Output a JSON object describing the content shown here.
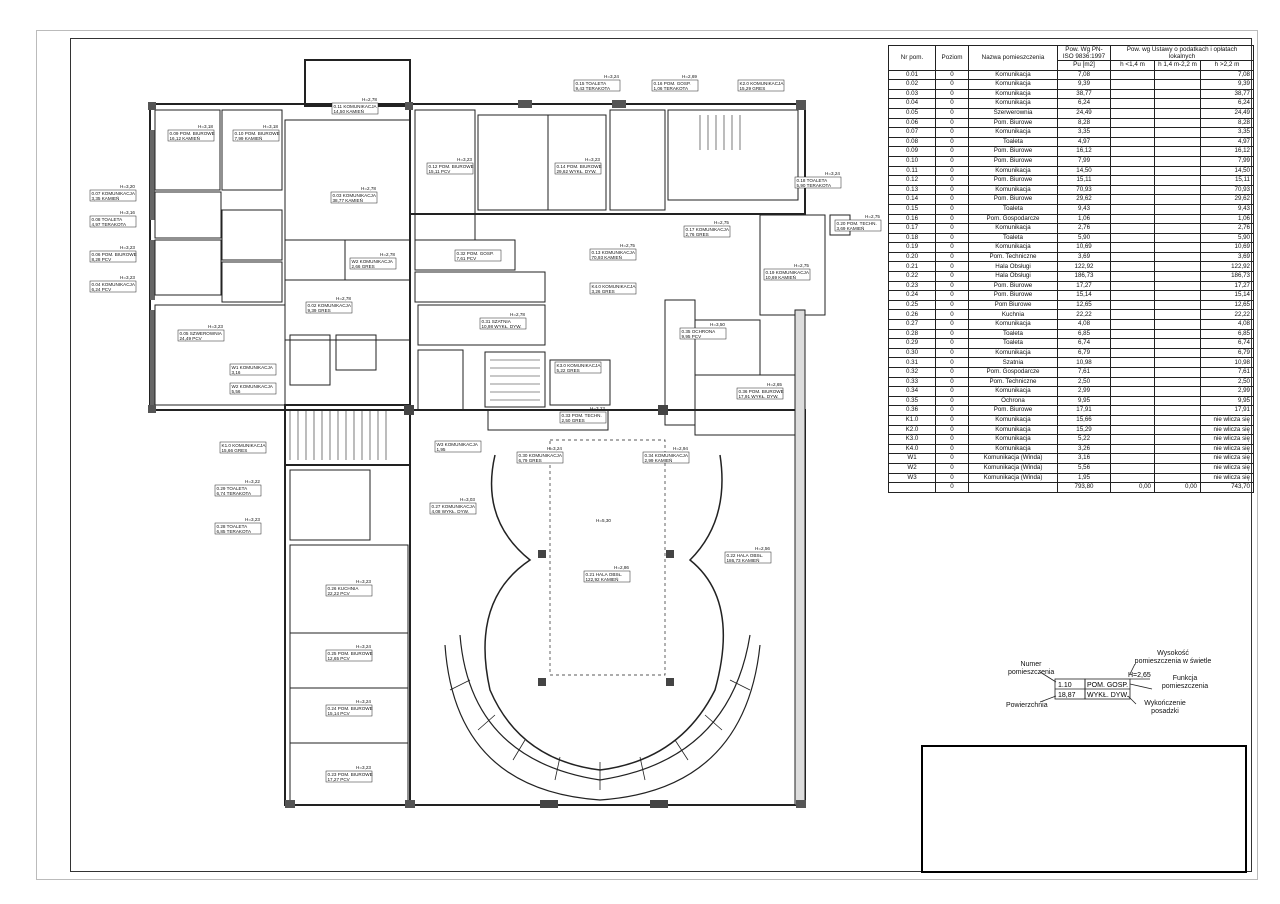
{
  "table": {
    "headers": {
      "nr": "Nr pom.",
      "poziom": "Poziom",
      "nazwa": "Nazwa pomieszczenia",
      "pow_pn": "Pow. Wg PN-ISO 9836:1997",
      "pow_ustawa": "Pow. wg Ustawy o podatkach i opłatach lokalnych",
      "pu": "Pu [m2]",
      "h1": "h <1,4 m",
      "h2": "h 1,4 m-2,2 m",
      "h3": "h >2,2 m"
    },
    "rows": [
      [
        "0.01",
        "0",
        "Komunikacja",
        "7,08",
        "",
        "",
        "7,08"
      ],
      [
        "0.02",
        "0",
        "Komunikacja",
        "9,39",
        "",
        "",
        "9,39"
      ],
      [
        "0.03",
        "0",
        "Komunikacja",
        "38,77",
        "",
        "",
        "38,77"
      ],
      [
        "0.04",
        "0",
        "Komunikacja",
        "6,24",
        "",
        "",
        "6,24"
      ],
      [
        "0.05",
        "0",
        "Szerwerownia",
        "24,49",
        "",
        "",
        "24,49"
      ],
      [
        "0.06",
        "0",
        "Pom. Biurowe",
        "8,28",
        "",
        "",
        "8,28"
      ],
      [
        "0.07",
        "0",
        "Komunikacja",
        "3,35",
        "",
        "",
        "3,35"
      ],
      [
        "0.08",
        "0",
        "Toaleta",
        "4,97",
        "",
        "",
        "4,97"
      ],
      [
        "0.09",
        "0",
        "Pom. Biurowe",
        "16,12",
        "",
        "",
        "16,12"
      ],
      [
        "0.10",
        "0",
        "Pom. Biurowe",
        "7,99",
        "",
        "",
        "7,99"
      ],
      [
        "0.11",
        "0",
        "Komunikacja",
        "14,50",
        "",
        "",
        "14,50"
      ],
      [
        "0.12",
        "0",
        "Pom. Biurowe",
        "15,11",
        "",
        "",
        "15,11"
      ],
      [
        "0.13",
        "0",
        "Komunikacja",
        "70,93",
        "",
        "",
        "70,93"
      ],
      [
        "0.14",
        "0",
        "Pom. Biurowe",
        "29,62",
        "",
        "",
        "29,62"
      ],
      [
        "0.15",
        "0",
        "Toaleta",
        "9,43",
        "",
        "",
        "9,43"
      ],
      [
        "0.16",
        "0",
        "Pom. Gospodarcze",
        "1,06",
        "",
        "",
        "1,06"
      ],
      [
        "0.17",
        "0",
        "Komunikacja",
        "2,76",
        "",
        "",
        "2,76"
      ],
      [
        "0.18",
        "0",
        "Toaleta",
        "5,90",
        "",
        "",
        "5,90"
      ],
      [
        "0.19",
        "0",
        "Komunikacja",
        "10,69",
        "",
        "",
        "10,69"
      ],
      [
        "0.20",
        "0",
        "Pom. Techniczne",
        "3,69",
        "",
        "",
        "3,69"
      ],
      [
        "0.21",
        "0",
        "Hala Obsługi",
        "122,92",
        "",
        "",
        "122,92"
      ],
      [
        "0.22",
        "0",
        "Hala Obsługi",
        "186,73",
        "",
        "",
        "186,73"
      ],
      [
        "0.23",
        "0",
        "Pom. Biurowe",
        "17,27",
        "",
        "",
        "17,27"
      ],
      [
        "0.24",
        "0",
        "Pom. Biurowe",
        "15,14",
        "",
        "",
        "15,14"
      ],
      [
        "0.25",
        "0",
        "Pom Biurowe",
        "12,65",
        "",
        "",
        "12,65"
      ],
      [
        "0.26",
        "0",
        "Kuchnia",
        "22,22",
        "",
        "",
        "22,22"
      ],
      [
        "0.27",
        "0",
        "Komunikacja",
        "4,08",
        "",
        "",
        "4,08"
      ],
      [
        "0.28",
        "0",
        "Toaleta",
        "6,85",
        "",
        "",
        "6,85"
      ],
      [
        "0.29",
        "0",
        "Toaleta",
        "6,74",
        "",
        "",
        "6,74"
      ],
      [
        "0.30",
        "0",
        "Komunikacja",
        "6,79",
        "",
        "",
        "6,79"
      ],
      [
        "0.31",
        "0",
        "Szatnia",
        "10,98",
        "",
        "",
        "10,98"
      ],
      [
        "0.32",
        "0",
        "Pom. Gospodarcze",
        "7,61",
        "",
        "",
        "7,61"
      ],
      [
        "0.33",
        "0",
        "Pom. Techniczne",
        "2,50",
        "",
        "",
        "2,50"
      ],
      [
        "0.34",
        "0",
        "Komunikacja",
        "2,99",
        "",
        "",
        "2,99"
      ],
      [
        "0.35",
        "0",
        "Ochrona",
        "9,95",
        "",
        "",
        "9,95"
      ],
      [
        "0.36",
        "0",
        "Pom. Biurowe",
        "17,91",
        "",
        "",
        "17,91"
      ],
      [
        "K1.0",
        "0",
        "Komunikacja",
        "15,66",
        "",
        "",
        "nie wlicza się"
      ],
      [
        "K2.0",
        "0",
        "Komunikacja",
        "15,29",
        "",
        "",
        "nie wlicza się"
      ],
      [
        "K3.0",
        "0",
        "Komunikacja",
        "5,22",
        "",
        "",
        "nie wlicza się"
      ],
      [
        "K4.0",
        "0",
        "Komunikacja",
        "3,26",
        "",
        "",
        "nie wlicza się"
      ],
      [
        "W1",
        "0",
        "Komunikacja (Winda)",
        "3,16",
        "",
        "",
        "nie wlicza się"
      ],
      [
        "W2",
        "0",
        "Komunikacja (Winda)",
        "5,56",
        "",
        "",
        "nie wlicza się"
      ],
      [
        "W3",
        "0",
        "Komunikacja (Winda)",
        "1,95",
        "",
        "",
        "nie wlicza się"
      ]
    ],
    "total": [
      "",
      "0",
      "",
      "793,80",
      "0,00",
      "0,00",
      "743,70"
    ]
  },
  "legend": {
    "numer": "Numer pomieszczenia",
    "wysokosc": "Wysokość pomieszczenia w świetle",
    "funkcja": "Funkcja pomieszczenia",
    "powierzchnia": "Powierzchnia",
    "wykonczenie": "Wykończenie posadzki",
    "sample_height": "H=2,65",
    "sample_num": "1.10",
    "sample_func": "POM. GOSP.",
    "sample_area": "18,87",
    "sample_floor": "WYKŁ. DYW."
  },
  "plan_labels": [
    {
      "n": "0.11 KOMUNIKACJA",
      "a": "14,50 KAMIEŃ",
      "h": "H=2,78"
    },
    {
      "n": "0.09 POM. BIUROWE",
      "a": "16,12 KAMIEŃ",
      "h": "H=3,18"
    },
    {
      "n": "0.10 POM. BIUROWE",
      "a": "7,99 KAMIEŃ",
      "h": "H=3,18"
    },
    {
      "n": "0.07 KOMUNIKACJA",
      "a": "3,35 KAMIEŃ",
      "h": "H=3,20"
    },
    {
      "n": "0.08 TOALETA",
      "a": "4,97 TERAKOTA",
      "h": "H=3,16"
    },
    {
      "n": "0.06 POM. BIUROWE",
      "a": "8,28 PCV",
      "h": "H=3,23"
    },
    {
      "n": "0.04 KOMUNIKACJA",
      "a": "6,24 PCV",
      "h": "H=3,23"
    },
    {
      "n": "0.03 KOMUNIKACJA",
      "a": "38,77 KAMIEŃ",
      "h": "H=2,78"
    },
    {
      "n": "0.12 POM. BIUROWE",
      "a": "15,11 PCV",
      "h": "H=3,23"
    },
    {
      "n": "0.14 POM. BIUROWE",
      "a": "29,62 WYKŁ. DYW.",
      "h": "H=3,23"
    },
    {
      "n": "0.15 TOALETA",
      "a": "9,43 TERAKOTA",
      "h": "H=3,24"
    },
    {
      "n": "0.16 POM. GOSP.",
      "a": "1,06 TERAKOTA",
      "h": "H=2,69"
    },
    {
      "n": "K2.0 KOMUNIKACJA",
      "a": "15,29 GRES",
      "h": ""
    },
    {
      "n": "0.18 TOALETA",
      "a": "5,90 TERAKOTA",
      "h": "H=3,24"
    },
    {
      "n": "0.20 POM. TECHN.",
      "a": "3,69 KAMIEŃ",
      "h": "H=2,75"
    },
    {
      "n": "0.17 KOMUNIKACJA",
      "a": "2,76 GRES",
      "h": "H=2,75"
    },
    {
      "n": "0.19 KOMUNIKACJA",
      "a": "10,69 KAMIEŃ",
      "h": "H=2,75"
    },
    {
      "n": "0.13 KOMUNIKACJA",
      "a": "70,93 KAMIEŃ",
      "h": "H=2,75"
    },
    {
      "n": "0.32 POM. GOSP.",
      "a": "7,61 PCV",
      "h": ""
    },
    {
      "n": "K4.0 KOMUNIKACJA",
      "a": "3,26 GRES",
      "h": ""
    },
    {
      "n": "W2 KOMUNIKACJA",
      "a": "2,66 GRES",
      "h": "H=2,78"
    },
    {
      "n": "0.02 KOMUNIKACJA",
      "a": "9,39 GRES",
      "h": "H=2,78"
    },
    {
      "n": "0.05 SZWEROWNIA",
      "a": "24,49 PCV",
      "h": "H=3,23"
    },
    {
      "n": "W1 KOMUNIKACJA",
      "a": "3,16",
      "h": ""
    },
    {
      "n": "W2 KOMUNIKACJA",
      "a": "5,56",
      "h": ""
    },
    {
      "n": "0.31 SZATNIA",
      "a": "10,98 WYKŁ. DYW.",
      "h": "H=2,78"
    },
    {
      "n": "K3.0 KOMUNIKACJA",
      "a": "5,22 GRES",
      "h": ""
    },
    {
      "n": "0.33 POM. TECHN.",
      "a": "2,50 GRES",
      "h": "H=3,23"
    },
    {
      "n": "0.35 OCHRONA",
      "a": "9,95 PCV",
      "h": "H=3,50"
    },
    {
      "n": "0.36 POM. BIUROWE",
      "a": "17,91 WYKŁ. DYW.",
      "h": "H=2,65"
    },
    {
      "n": "K1.0 KOMUNIKACJA",
      "a": "15,66 GRES",
      "h": ""
    },
    {
      "n": "W3 KOMUNIKACJA",
      "a": "1,95",
      "h": ""
    },
    {
      "n": "0.30 KOMUNIKACJA",
      "a": "6,79 GRES",
      "h": "H=3,24"
    },
    {
      "n": "0.34 KOMUNIKACJA",
      "a": "2,99 KAMIEŃ",
      "h": "H=2,94"
    },
    {
      "n": "0.29 TOALETA",
      "a": "6,74 TERAKOTA",
      "h": "H=3,22"
    },
    {
      "n": "0.28 TOALETA",
      "a": "6,85 TERAKOTA",
      "h": "H=3,23"
    },
    {
      "n": "0.27 KOMUNIKACJA",
      "a": "4,08 WYKŁ. DYW.",
      "h": "H=3,03"
    },
    {
      "n": "0.26 KUCHNIA",
      "a": "22,22 PCV",
      "h": "H=3,23"
    },
    {
      "n": "0.25 POM. BIUROWE",
      "a": "12,65 PCV",
      "h": "H=3,24"
    },
    {
      "n": "0.24 POM. BIUROWE",
      "a": "15,14 PCV",
      "h": "H=3,24"
    },
    {
      "n": "0.23 POM. BIUROWE",
      "a": "17,27 PCV",
      "h": "H=3,23"
    },
    {
      "n": "0.21 HALA OBSŁ.",
      "a": "122,92 KAMIEŃ",
      "h": "H=2,86"
    },
    {
      "n": "0.22 HALA OBSŁ.",
      "a": "186,73 KAMIEŃ",
      "h": "H=2,56"
    },
    {
      "n": "",
      "a": "",
      "h": "H=5,30"
    }
  ]
}
